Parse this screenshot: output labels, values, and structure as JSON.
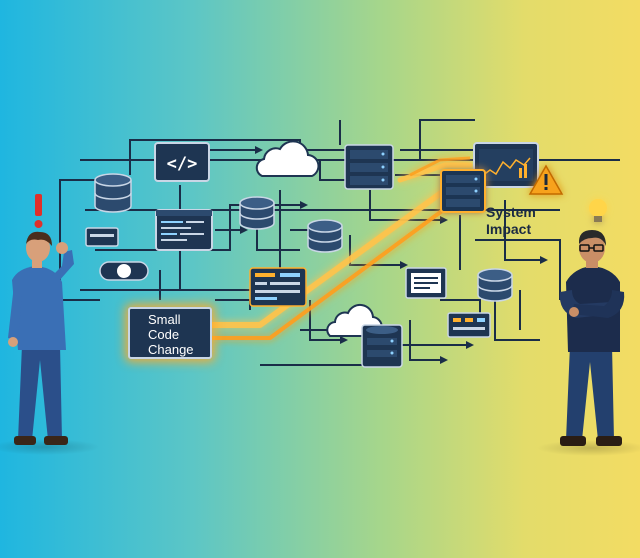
{
  "labels": {
    "small_code_change": [
      "Small",
      "Code",
      "Change"
    ],
    "system_impact": [
      "System",
      "Impact"
    ],
    "code_icon_text": "</>"
  },
  "colors": {
    "node_dark": "#1e3552",
    "node_mid": "#2c4a6e",
    "line": "#1a2d48",
    "highlight": "#ffb02e",
    "warning": "#f7a21b",
    "alert_red": "#e0302a"
  },
  "icons": [
    "exclamation-icon",
    "lightbulb-icon",
    "warning-icon",
    "cloud-icon",
    "database-icon",
    "server-icon",
    "code-icon",
    "chart-monitor-icon",
    "document-icon"
  ]
}
